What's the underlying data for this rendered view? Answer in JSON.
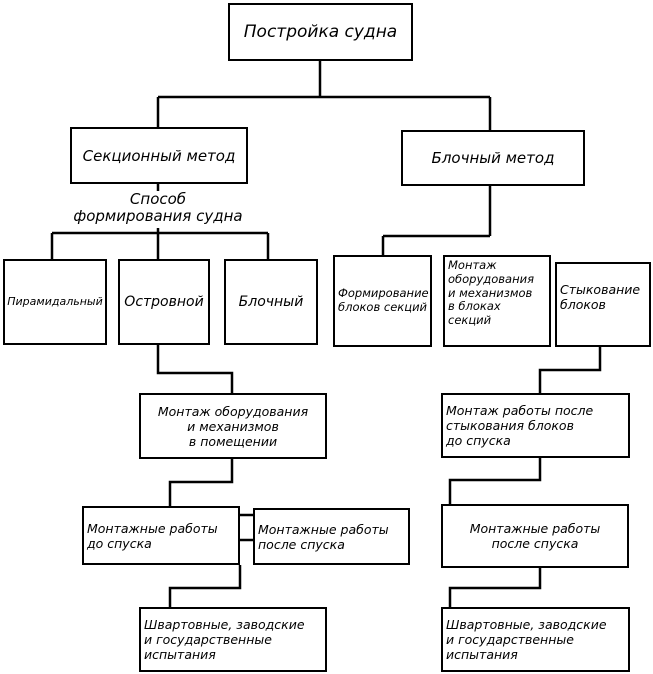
{
  "root": "Постройка судна",
  "methods": {
    "section": "Секционный метод",
    "block": "Блочный метод"
  },
  "formation_label": "Способ\nформирования судна",
  "section_types": {
    "pyramid": "Пирамидальный",
    "island": "Островной",
    "block": "Блочный"
  },
  "block_steps": {
    "forming": "Формирование\nблоков секций",
    "mounting": "Монтаж\nоборудования\nи механизмов\nв блоках\nсекций",
    "joining": "Стыкование\nблоков"
  },
  "section_chain": {
    "install": "Монтаж оборудования\nи механизмов\nв помещении",
    "before_launch": "Монтажные работы\nдо спуска",
    "after_launch": "Монтажные работы\nпосле спуска",
    "tests": "Швартовные, заводские\nи государственные\nиспытания"
  },
  "block_chain": {
    "after_join": "Монтаж работы после\nстыкования блоков\nдо спуска",
    "after_launch": "Монтажные работы\nпосле спуска",
    "tests": "Швартовные, заводские\nи государственные\nиспытания"
  }
}
